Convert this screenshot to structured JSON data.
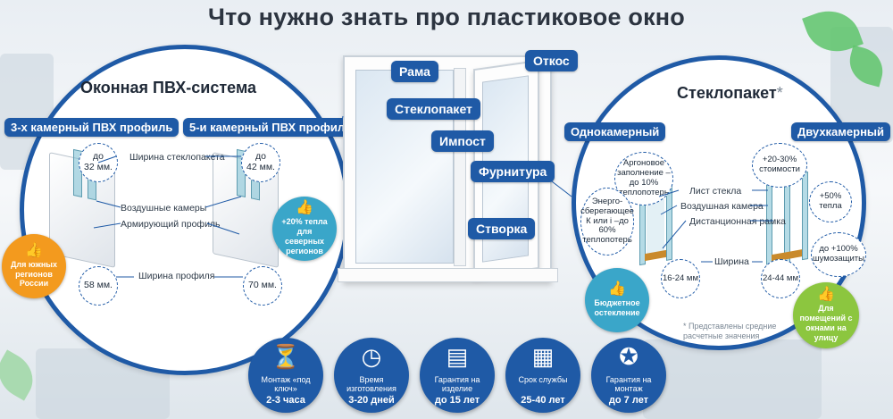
{
  "title": "Что нужно знать про пластиковое окно",
  "left": {
    "title": "Оконная ПВХ-система",
    "profile3": "3-х камерный ПВХ профиль",
    "profile5": "5-и камерный ПВХ профиль",
    "width_glass_label": "Ширина стеклопакета",
    "air_label": "Воздушные камеры",
    "reinforce_label": "Армирующий профиль",
    "width_profile_label": "Ширина профиля",
    "dim_3_glass": "до\n32 мм.",
    "dim_5_glass": "до\n42 мм.",
    "dim_3_profile": "58 мм.",
    "dim_5_profile": "70 мм.",
    "badge_south": "Для южных регионов России",
    "badge_north": "+20% тепла для северных регионов"
  },
  "window": {
    "rama": "Рама",
    "otkos": "Откос",
    "steklopaket": "Стеклопакет",
    "impost": "Импост",
    "furnitura": "Фурнитура",
    "stvorka": "Створка"
  },
  "right": {
    "title": "Стеклопакет",
    "asterisk": "*",
    "single": "Однокамерный",
    "double": "Двухкамерный",
    "argon": "Аргоновое заполнение –до 10% теплопотерь",
    "energy": "Энерго- сберегающее К или i –до 60% теплопотерь",
    "sheet": "Лист стекла",
    "air_chamber": "Воздушная камера",
    "spacer": "Дистанционная рамка",
    "width": "Ширина",
    "dim_single": "16-24 мм",
    "dim_double": "24-44 мм",
    "cost": "+20-30% стоимости",
    "warm": "+50% тепла",
    "noise": "до +100% шумозащиты",
    "badge_budget": "Бюджетное остекление",
    "badge_street": "Для помещений с окнами на улицу",
    "footnote": "* Представлены средние расчетные значения"
  },
  "bottom": [
    {
      "icon": "hourglass-icon",
      "glyph": "⏳",
      "line1": "Монтаж «под ключ»",
      "line2": "2-3 часа"
    },
    {
      "icon": "clock-icon",
      "glyph": "◷",
      "line1": "Время изготовления",
      "line2": "3-20 дней"
    },
    {
      "icon": "certificate-icon",
      "glyph": "▤",
      "line1": "Гарантия на изделие",
      "line2": "до 15 лет"
    },
    {
      "icon": "calendar-icon",
      "glyph": "▦",
      "line1": "Срок службы",
      "line2": "25-40 лет"
    },
    {
      "icon": "document-icon",
      "glyph": "✪",
      "line1": "Гарантия на монтаж",
      "line2": "до 7 лет"
    }
  ],
  "colors": {
    "accent": "#1f5aa6",
    "orange": "#f39a1e",
    "green": "#8cc63f",
    "teal": "#3aa6c9"
  }
}
